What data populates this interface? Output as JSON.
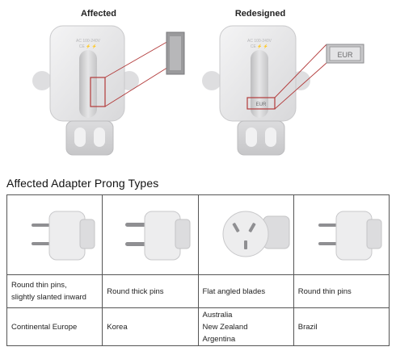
{
  "header": {
    "affected_label": "Affected",
    "redesigned_label": "Redesigned",
    "redesigned_marking": "EUR"
  },
  "section": {
    "title": "Affected Adapter Prong Types"
  },
  "table": {
    "columns": [
      {
        "prong_type": "Round thin pins,\nslightly slanted inward",
        "regions": "Continental Europe"
      },
      {
        "prong_type": "Round thick pins",
        "regions": "Korea"
      },
      {
        "prong_type": "Flat angled blades",
        "regions": "Australia\nNew Zealand\nArgentina"
      },
      {
        "prong_type": "Round thin pins",
        "regions": "Brazil"
      }
    ]
  },
  "colors": {
    "callout_line": "#b23a3a",
    "adapter_body": "#e9e9ea",
    "adapter_shadow": "#cfcfd1",
    "border": "#555555"
  }
}
